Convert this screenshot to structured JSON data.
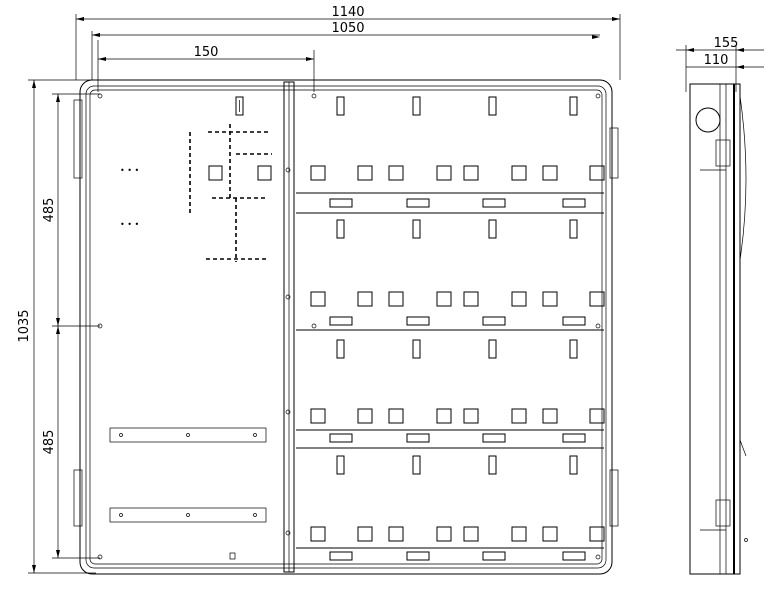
{
  "dimensions": {
    "overall_width": "1140",
    "panel_width": "1050",
    "offset_left": "150",
    "height_total": "1035",
    "height_upper": "485",
    "height_lower": "485",
    "depth_total": "155",
    "depth_inner": "110"
  }
}
